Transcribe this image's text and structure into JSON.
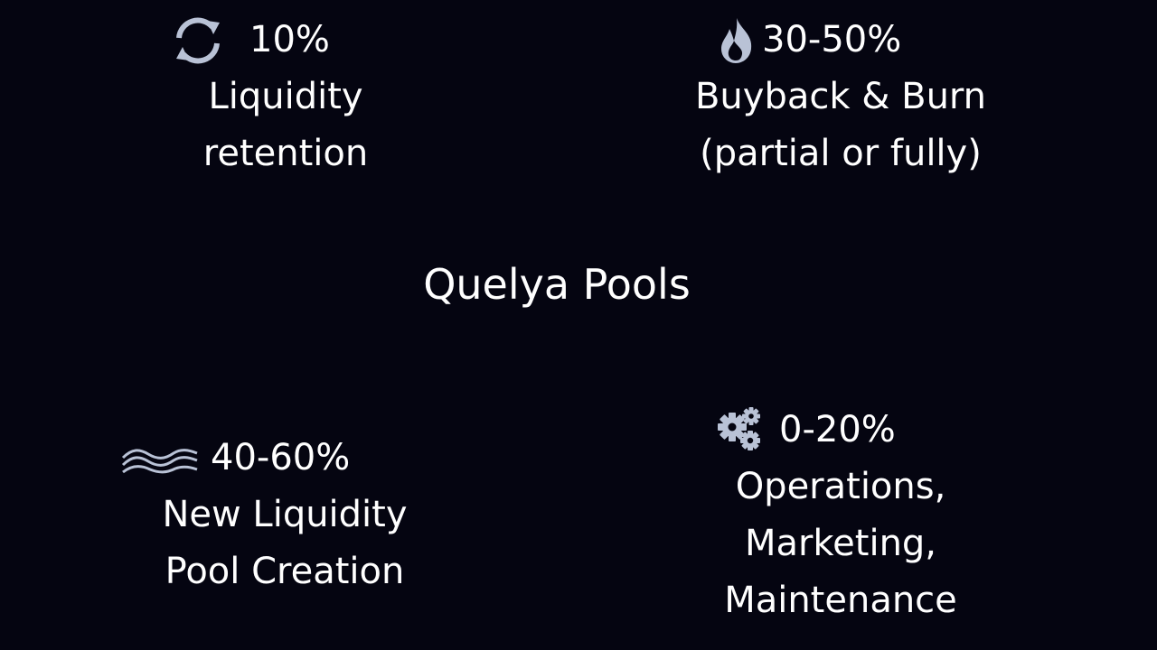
{
  "center": {
    "title": "Quelya Pools"
  },
  "allocations": [
    {
      "percent": "10%",
      "label_lines": [
        "Liquidity",
        "retention"
      ],
      "icon": "refresh-icon"
    },
    {
      "percent": "30-50%",
      "label_lines": [
        "Buyback & Burn",
        "(partial or fully)"
      ],
      "icon": "fire-icon"
    },
    {
      "percent": "40-60%",
      "label_lines": [
        "New Liquidity",
        "Pool Creation"
      ],
      "icon": "water-wave-icon"
    },
    {
      "percent": "0-20%",
      "label_lines": [
        "Operations,",
        "Marketing,",
        "Maintenance"
      ],
      "icon": "gears-icon"
    }
  ],
  "colors": {
    "background": "#050511",
    "text": "#ffffff",
    "icon": "#b9c2d6"
  }
}
